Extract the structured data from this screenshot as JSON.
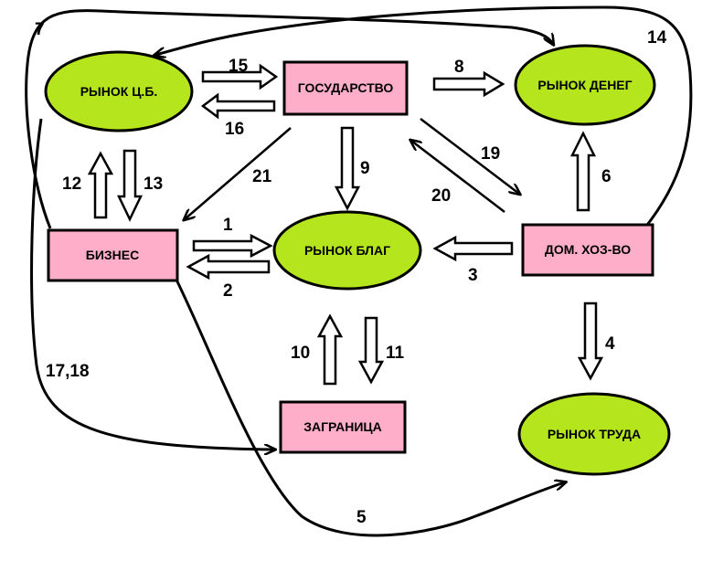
{
  "colors": {
    "market_fill": "#b5e61d",
    "agent_fill": "#ffaec9",
    "stroke": "#000000",
    "background": "#ffffff"
  },
  "nodes": {
    "securities_market": "РЫНОК Ц.Б.",
    "government": "ГОСУДАРСТВО",
    "money_market": "РЫНОК ДЕНЕГ",
    "business": "БИЗНЕС",
    "goods_market": "РЫНОК БЛАГ",
    "households": "ДОМ. ХОЗ-ВО",
    "foreign_sector": "ЗАГРАНИЦА",
    "labor_market": "РЫНОК ТРУДА"
  },
  "flows": {
    "f1": "1",
    "f2": "2",
    "f3": "3",
    "f4": "4",
    "f5": "5",
    "f6": "6",
    "f7": "7",
    "f8": "8",
    "f9": "9",
    "f10": "10",
    "f11": "11",
    "f12": "12",
    "f13": "13",
    "f14": "14",
    "f15": "15",
    "f16": "16",
    "f17_18": "17,18",
    "f19": "19",
    "f20": "20",
    "f21": "21"
  }
}
